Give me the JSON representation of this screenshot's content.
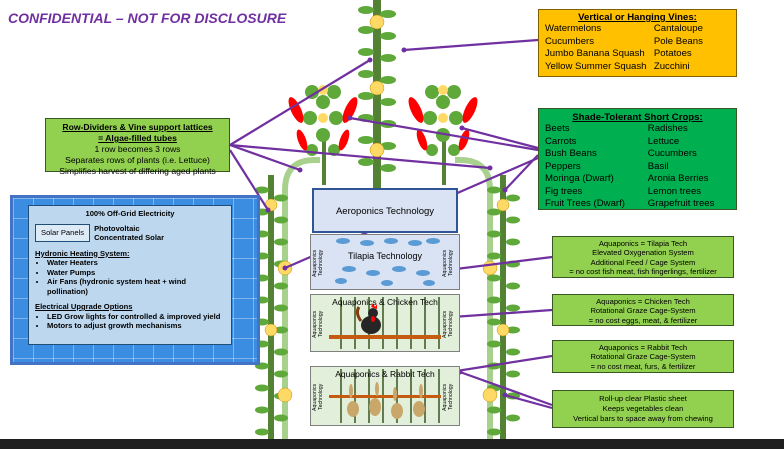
{
  "header": {
    "confidential": "CONFIDENTIAL",
    "not_disclosure": "– NOT FOR DISCLOSURE"
  },
  "vines": {
    "title": "Vertical or Hanging Vines:",
    "left": [
      "Watermelons",
      "Cucumbers",
      "Jumbo Banana Squash",
      "Yellow Summer Squash"
    ],
    "right": [
      "Cantaloupe",
      "Pole Beans",
      "Potatoes",
      "Zucchini"
    ]
  },
  "shade": {
    "title": "Shade-Tolerant Short Crops:",
    "left": [
      "Beets",
      "Carrots",
      "Bush Beans",
      "Peppers",
      "Moringa (Dwarf)",
      "Fig trees",
      "Fruit Trees (Dwarf)"
    ],
    "right": [
      "Radishes",
      "Lettuce",
      "Cucumbers",
      "Basil",
      "Aronia Berries",
      "Lemon trees",
      "Grapefruit trees"
    ]
  },
  "rowdiv": {
    "title1": "Row-Dividers & Vine support lattices",
    "title2": "= Algae-filled tubes",
    "lines": [
      "1 row becomes 3 rows",
      "Separates rows of plants (i.e. Lettuce)",
      "Simplifies harvest of differing aged plants"
    ]
  },
  "solar": {
    "heading": "100% Off-Grid Electricity",
    "panels": "Solar Panels",
    "pv1": "Photovoltaic",
    "pv2": "Concentrated Solar",
    "hydronic_title": "Hydronic Heating System:",
    "hydronic": [
      "Water Heaters",
      "Water Pumps",
      "Air Fans (hydronic system heat + wind pollination)"
    ],
    "elec_title": "Electrical Upgrade Options",
    "elec": [
      "LED Grow lights for controlled & improved yield",
      "Motors to adjust growth mechanisms"
    ]
  },
  "greenhouse": {
    "aero": "Aeroponics Technology",
    "tilapia": "Tilapia Technology",
    "chicken": "Aquaponics & Chicken Tech",
    "rabbit": "Aquaponics & Rabbit Tech",
    "side_tag": "Aquaponics Technology"
  },
  "tilapia_box": [
    "Aquaponics = Tilapia Tech",
    "Elevated Oxygenation System",
    "Additional Feed / Cage System",
    "= no cost fish meat, fish fingerlings, fertilizer"
  ],
  "chicken_box": [
    "Aquaponics = Chicken Tech",
    "Rotational Graze Cage-System",
    "= no cost eggs, meat, & fertilizer"
  ],
  "rabbit_box": [
    "Aquaponics = Rabbit Tech",
    "Rotational Graze Cage-System",
    "= no cost meat, furs, & fertilizer"
  ],
  "rollup_box": [
    "Roll-up clear Plastic sheet",
    "Keeps vegetables clean",
    "Vertical bars to space away from chewing"
  ],
  "colors": {
    "purple": "#7030a0",
    "light_green": "#92d050",
    "dark_green": "#00b050",
    "orange": "#ffc000",
    "solar_blue": "#3a8de0"
  }
}
